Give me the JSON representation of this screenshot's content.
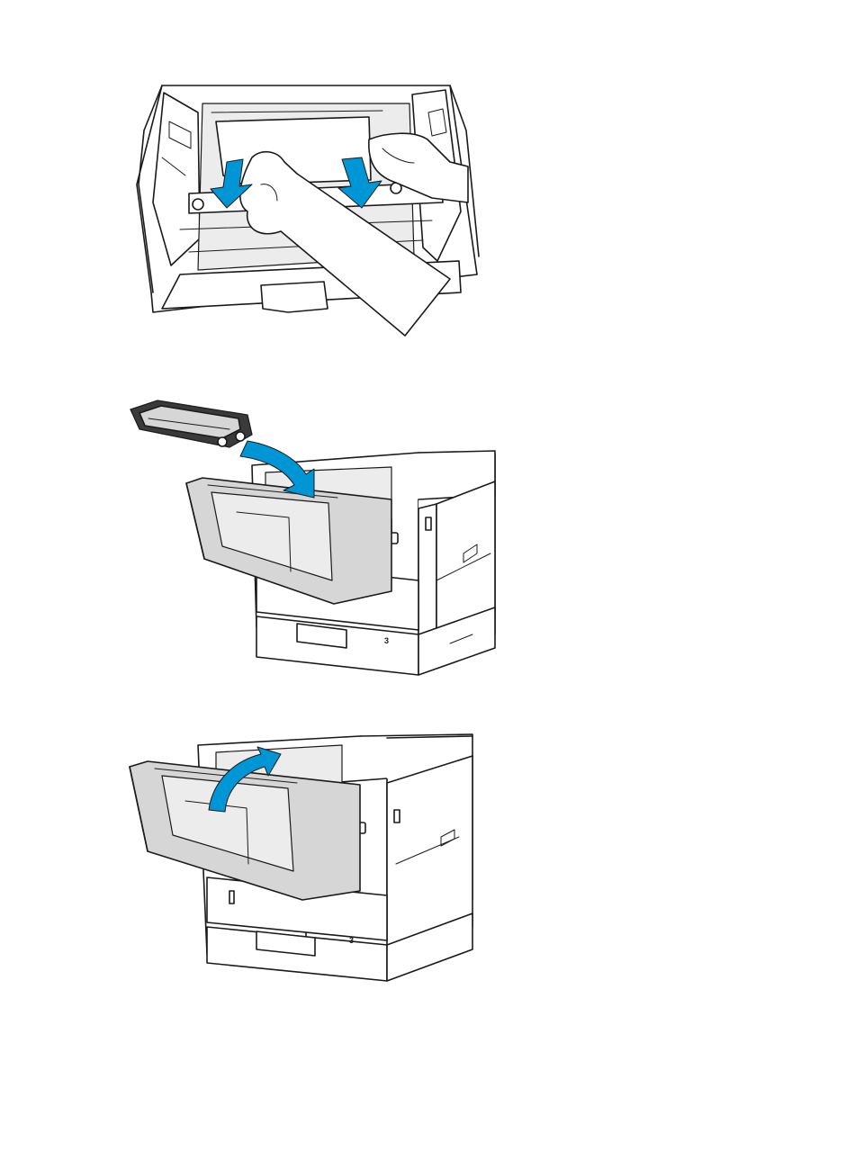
{
  "figures": [
    {
      "id": "step-remove-jammed-paper",
      "arrow_color": "#0096d6"
    },
    {
      "id": "step-reinsert-toner-cartridge",
      "arrow_color": "#0096d6"
    },
    {
      "id": "step-close-front-door",
      "arrow_color": "#0096d6"
    }
  ],
  "tray_labels": {
    "fig2_tray": "3",
    "fig3_tray": "3"
  }
}
